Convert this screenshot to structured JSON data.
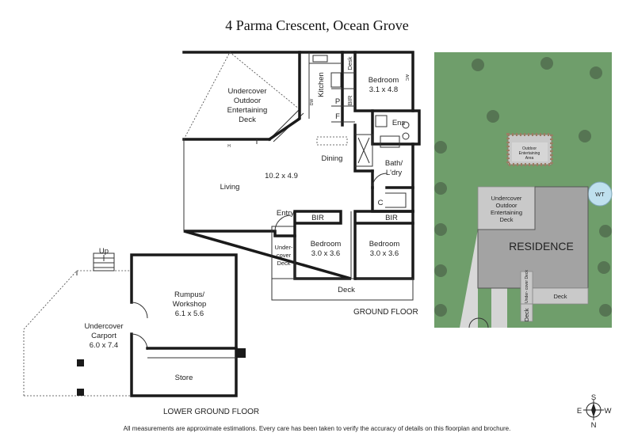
{
  "title": "4 Parma Crescent, Ocean Grove",
  "disclaimer": "All measurements are approximate estimations. Every care has been taken to verify the accuracy of details on this floorplan and brochure.",
  "ground_floor": {
    "label": "GROUND FLOOR",
    "rooms": {
      "undercover_outdoor": [
        "Undercover",
        "Outdoor",
        "Entertaining",
        "Deck"
      ],
      "kitchen": "Kitchen",
      "desk": "Desk",
      "bedroom1": "Bedroom",
      "bedroom1_dim": "3.1 x 4.8",
      "pantry": "P",
      "bir": "BIR",
      "fridge": "F",
      "ens": "Ens",
      "dining": "Dining",
      "living_dim": "10.2 x 4.9",
      "living": "Living",
      "bath": "Bath/",
      "laundry": "L'dry",
      "cupboard": "C",
      "entry": "Entry",
      "bir2": "BIR",
      "bir3": "BIR",
      "bedroom2": "Bedroom",
      "bedroom2_dim": "3.0 x 3.6",
      "bedroom3": "Bedroom",
      "bedroom3_dim": "3.0 x 3.6",
      "undercover_deck": [
        "Under-",
        "cover",
        "Deck"
      ],
      "deck": "Deck",
      "dw": "DW",
      "ac": "A/C",
      "h": "H"
    }
  },
  "lower_floor": {
    "label": "LOWER GROUND FLOOR",
    "rooms": {
      "rumpus": "Rumpus/",
      "workshop": "Workshop",
      "rumpus_dim": "6.1 x 5.6",
      "carport": "Undercover",
      "carport2": "Carport",
      "carport_dim": "6.0 x 7.4",
      "store": "Store",
      "up": "Up"
    }
  },
  "site_plan": {
    "residence": "RESIDENCE",
    "outdoor_area": [
      "Outdoor",
      "Entertaining",
      "Area"
    ],
    "undercover": [
      "Undercover",
      "Outdoor",
      "Entertaining",
      "Deck"
    ],
    "wt": "WT",
    "deck": "Deck",
    "deck2": "Deck",
    "undercover_deck": "Under- cover Deck",
    "colors": {
      "grass": "#6f9e6b",
      "house": "#a3a3a3",
      "deck": "#c9c9c9",
      "tree": "#567553"
    }
  },
  "compass": {
    "n": "N",
    "s": "S",
    "e": "E",
    "w": "W"
  }
}
